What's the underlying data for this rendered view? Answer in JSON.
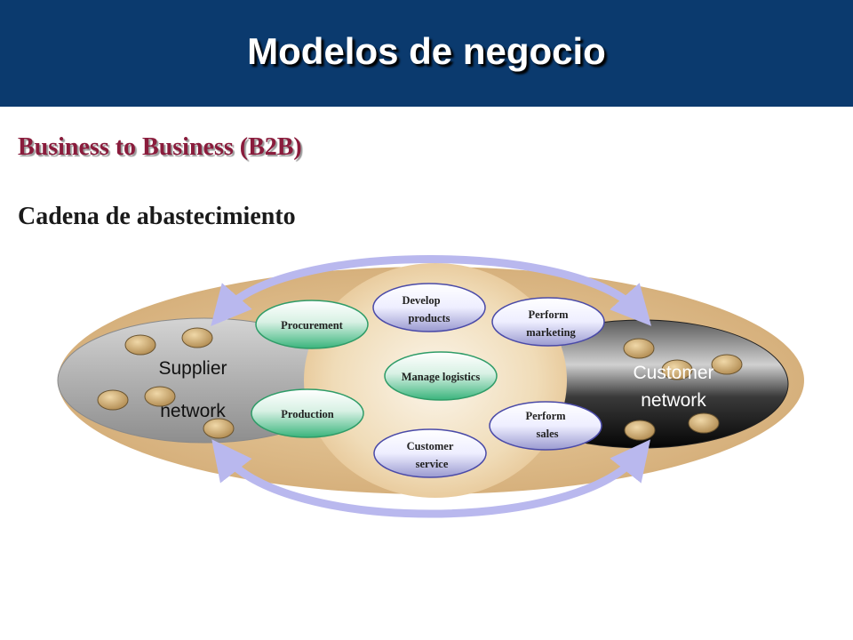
{
  "title": "Modelos de negocio",
  "subtitle": "Business to Business (B2B)",
  "heading": "Cadena de abastecimiento",
  "diagram": {
    "supplier": {
      "line1": "Supplier",
      "line2": "network"
    },
    "customer": {
      "line1": "Customer",
      "line2": "network"
    },
    "processes": {
      "procurement": "Procurement",
      "production": "Production",
      "develop": {
        "line1": "Develop",
        "line2": "products"
      },
      "manage": "Manage logistics",
      "customer_service": {
        "line1": "Customer",
        "line2": "service"
      },
      "marketing": {
        "line1": "Perform",
        "line2": "marketing"
      },
      "sales": {
        "line1": "Perform",
        "line2": "sales"
      }
    }
  },
  "colors": {
    "banner": "#0b3a6e",
    "subtitle": "#8a1c3c",
    "arrow": "#b9b8ee"
  }
}
